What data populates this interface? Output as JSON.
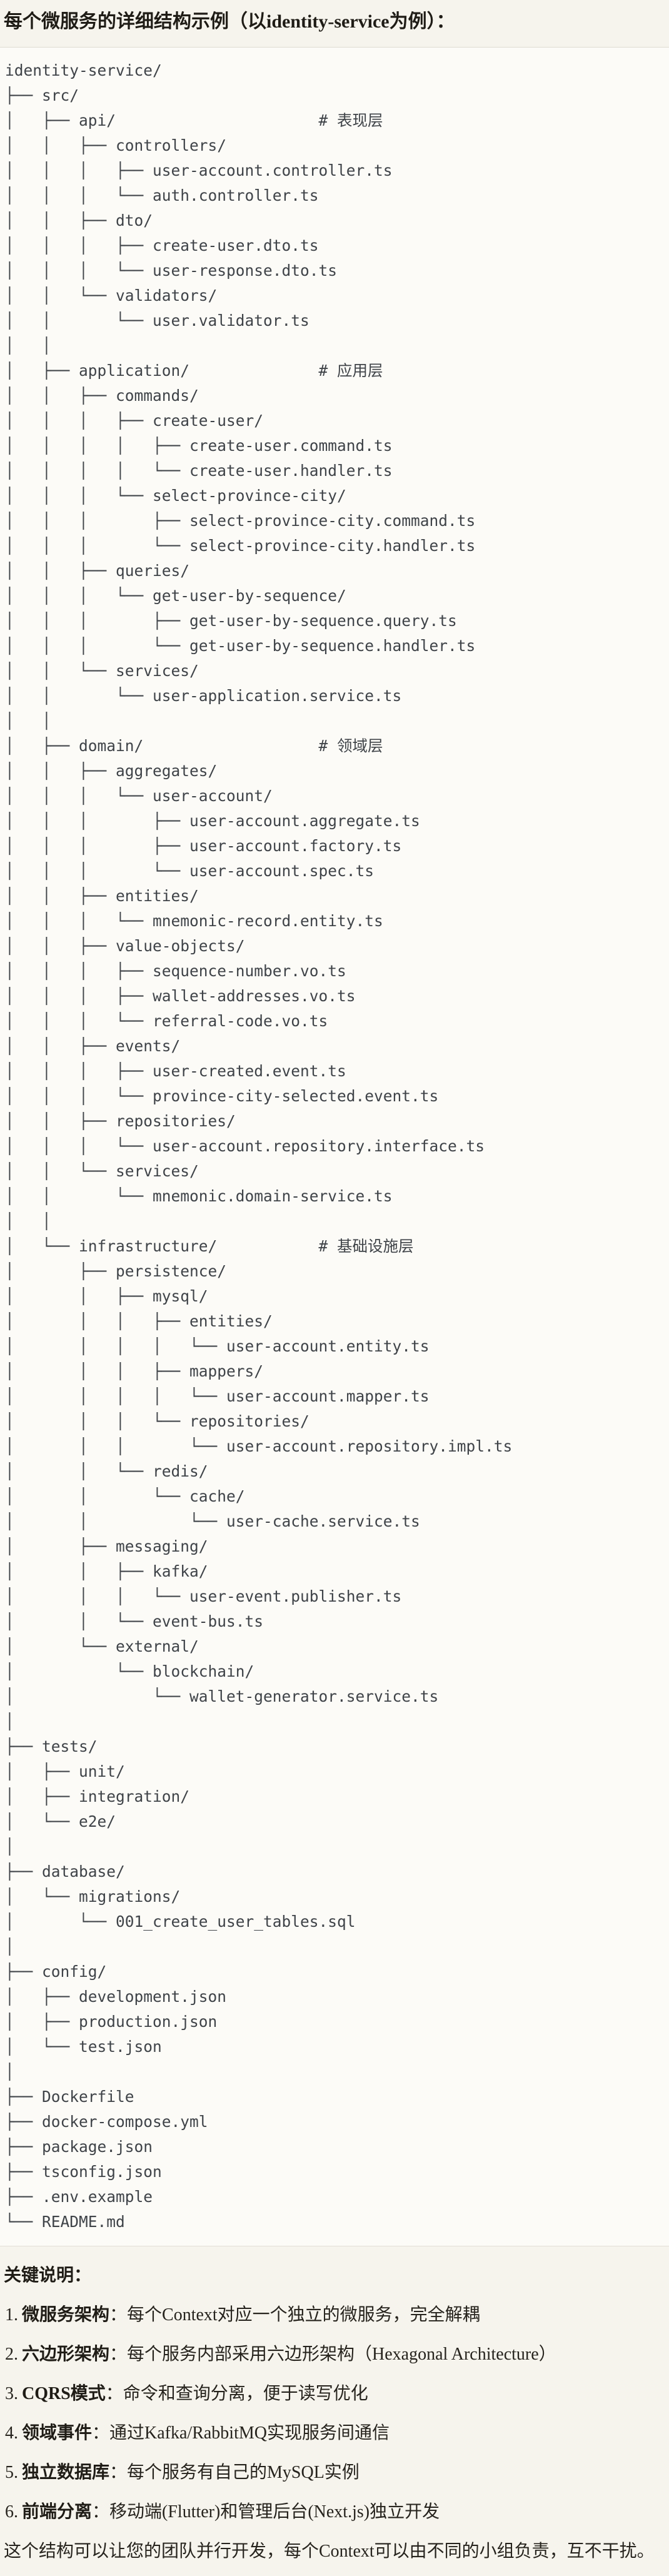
{
  "page": {
    "title": "每个微服务的详细结构示例（以identity-service为例）："
  },
  "tree": {
    "root": "identity-service/",
    "layer_comments": [
      "# 表现层",
      "# 应用层",
      "# 领域层",
      "# 基础设施层"
    ],
    "lines": [
      "identity-service/",
      "├── src/",
      "│   ├── api/                      # 表现层",
      "│   │   ├── controllers/",
      "│   │   │   ├── user-account.controller.ts",
      "│   │   │   └── auth.controller.ts",
      "│   │   ├── dto/",
      "│   │   │   ├── create-user.dto.ts",
      "│   │   │   └── user-response.dto.ts",
      "│   │   └── validators/",
      "│   │       └── user.validator.ts",
      "│   │",
      "│   ├── application/              # 应用层",
      "│   │   ├── commands/",
      "│   │   │   ├── create-user/",
      "│   │   │   │   ├── create-user.command.ts",
      "│   │   │   │   └── create-user.handler.ts",
      "│   │   │   └── select-province-city/",
      "│   │   │       ├── select-province-city.command.ts",
      "│   │   │       └── select-province-city.handler.ts",
      "│   │   ├── queries/",
      "│   │   │   └── get-user-by-sequence/",
      "│   │   │       ├── get-user-by-sequence.query.ts",
      "│   │   │       └── get-user-by-sequence.handler.ts",
      "│   │   └── services/",
      "│   │       └── user-application.service.ts",
      "│   │",
      "│   ├── domain/                   # 领域层",
      "│   │   ├── aggregates/",
      "│   │   │   └── user-account/",
      "│   │   │       ├── user-account.aggregate.ts",
      "│   │   │       ├── user-account.factory.ts",
      "│   │   │       └── user-account.spec.ts",
      "│   │   ├── entities/",
      "│   │   │   └── mnemonic-record.entity.ts",
      "│   │   ├── value-objects/",
      "│   │   │   ├── sequence-number.vo.ts",
      "│   │   │   ├── wallet-addresses.vo.ts",
      "│   │   │   └── referral-code.vo.ts",
      "│   │   ├── events/",
      "│   │   │   ├── user-created.event.ts",
      "│   │   │   └── province-city-selected.event.ts",
      "│   │   ├── repositories/",
      "│   │   │   └── user-account.repository.interface.ts",
      "│   │   └── services/",
      "│   │       └── mnemonic.domain-service.ts",
      "│   │",
      "│   └── infrastructure/           # 基础设施层",
      "│       ├── persistence/",
      "│       │   ├── mysql/",
      "│       │   │   ├── entities/",
      "│       │   │   │   └── user-account.entity.ts",
      "│       │   │   ├── mappers/",
      "│       │   │   │   └── user-account.mapper.ts",
      "│       │   │   └── repositories/",
      "│       │   │       └── user-account.repository.impl.ts",
      "│       │   └── redis/",
      "│       │       └── cache/",
      "│       │           └── user-cache.service.ts",
      "│       ├── messaging/",
      "│       │   ├── kafka/",
      "│       │   │   └── user-event.publisher.ts",
      "│       │   └── event-bus.ts",
      "│       └── external/",
      "│           └── blockchain/",
      "│               └── wallet-generator.service.ts",
      "│",
      "├── tests/",
      "│   ├── unit/",
      "│   ├── integration/",
      "│   └── e2e/",
      "│",
      "├── database/",
      "│   └── migrations/",
      "│       └── 001_create_user_tables.sql",
      "│",
      "├── config/",
      "│   ├── development.json",
      "│   ├── production.json",
      "│   └── test.json",
      "│",
      "├── Dockerfile",
      "├── docker-compose.yml",
      "├── package.json",
      "├── tsconfig.json",
      "├── .env.example",
      "└── README.md"
    ]
  },
  "notes": {
    "heading": "关键说明：",
    "items": [
      {
        "num": "1.",
        "label": "微服务架构",
        "text": "：每个Context对应一个独立的微服务，完全解耦"
      },
      {
        "num": "2.",
        "label": "六边形架构",
        "text": "：每个服务内部采用六边形架构（Hexagonal Architecture）"
      },
      {
        "num": "3.",
        "label": "CQRS模式",
        "text": "：命令和查询分离，便于读写优化"
      },
      {
        "num": "4.",
        "label": "领域事件",
        "text": "：通过Kafka/RabbitMQ实现服务间通信"
      },
      {
        "num": "5.",
        "label": "独立数据库",
        "text": "：每个服务有自己的MySQL实例"
      },
      {
        "num": "6.",
        "label": "前端分离",
        "text": "：移动端(Flutter)和管理后台(Next.js)独立开发"
      }
    ],
    "footer": "这个结构可以让您的团队并行开发，每个Context可以由不同的小组负责，互不干扰。"
  },
  "colors": {
    "page_bg": "#f6f4ed",
    "code_bg": "#fcfbf7",
    "code_text": "#3f4348",
    "heading_text": "#1f1c16",
    "body_text": "#26231d",
    "border": "#dedbd2"
  }
}
